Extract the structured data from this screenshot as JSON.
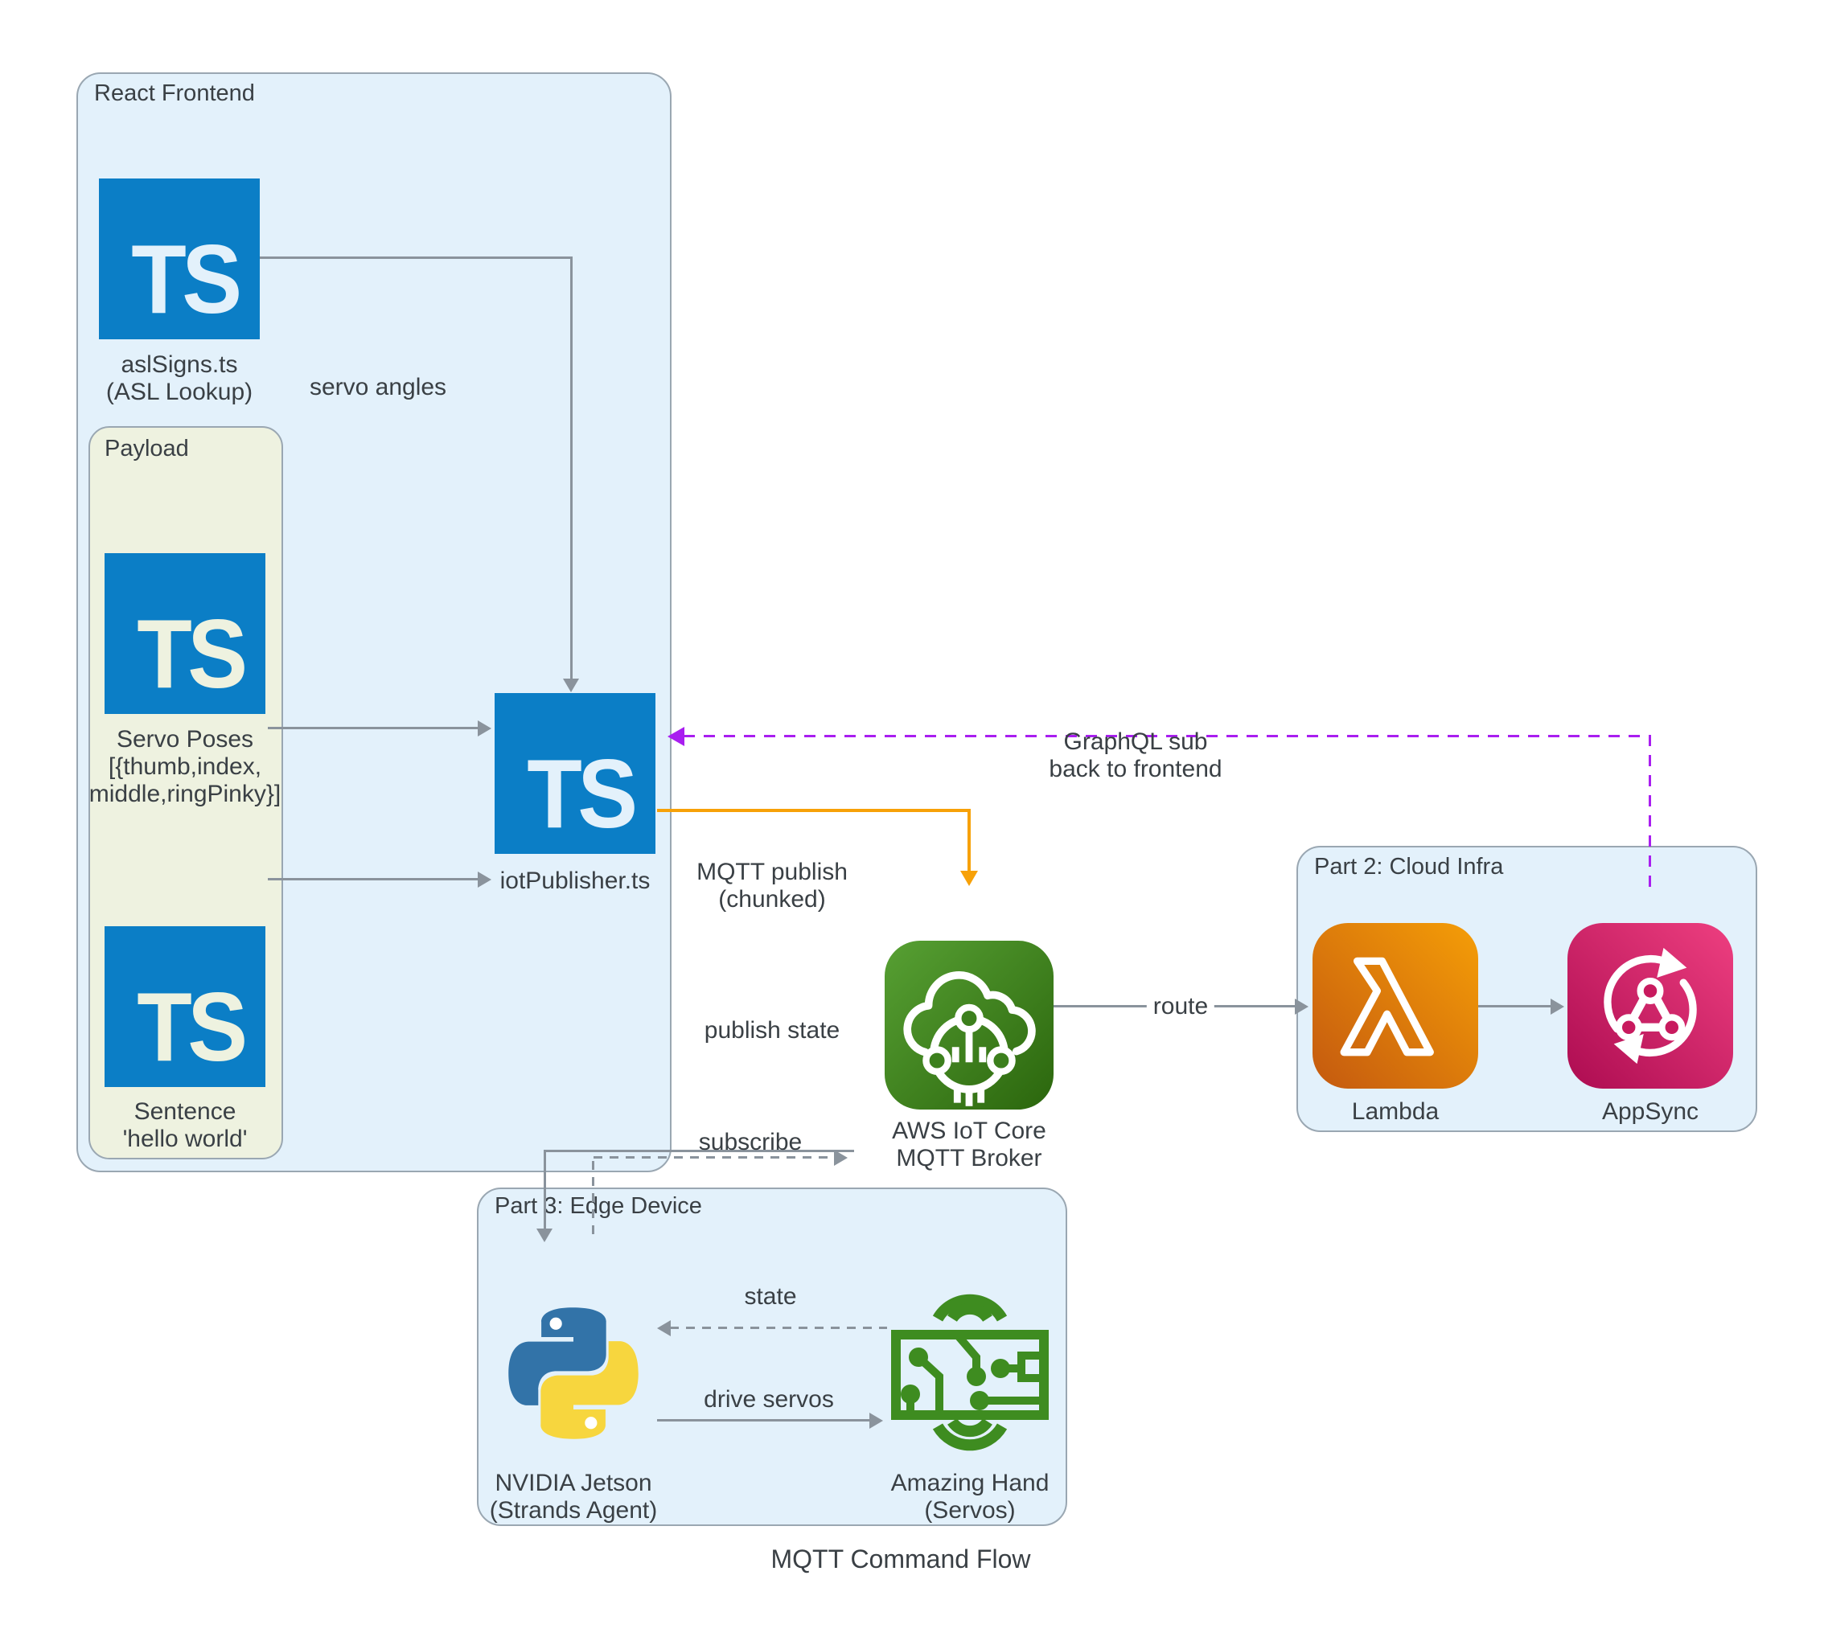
{
  "title": "MQTT Command Flow",
  "ts_label": "TS",
  "containers": {
    "react_frontend": "React Frontend",
    "payload": "Payload",
    "cloud_infra": "Part 2: Cloud Infra",
    "edge_device": "Part 3: Edge Device"
  },
  "nodes": {
    "asl_signs": {
      "line1": "aslSigns.ts",
      "line2": "(ASL Lookup)"
    },
    "servo_poses": {
      "line1": "Servo Poses",
      "line2": "[{thumb,index,",
      "line3": "middle,ringPinky}]"
    },
    "sentence": {
      "line1": "Sentence",
      "line2": "'hello world'"
    },
    "iot_publisher": {
      "label": "iotPublisher.ts"
    },
    "aws_iot_core": {
      "line1": "AWS IoT Core",
      "line2": "MQTT Broker"
    },
    "lambda": {
      "label": "Lambda"
    },
    "appsync": {
      "label": "AppSync"
    },
    "nvidia_jetson": {
      "line1": "NVIDIA Jetson",
      "line2": "(Strands Agent)"
    },
    "amazing_hand": {
      "line1": "Amazing Hand",
      "line2": "(Servos)"
    }
  },
  "edges": {
    "servo_angles": "servo angles",
    "mqtt_publish1": "MQTT publish",
    "mqtt_publish2": "(chunked)",
    "publish_state": "publish state",
    "subscribe": "subscribe",
    "route": "route",
    "graphql1": "GraphQL sub",
    "graphql2": "back to frontend",
    "state": "state",
    "drive_servos": "drive servos"
  },
  "icons": {
    "typescript": "typescript-icon",
    "aws_iot_core": "aws-iot-core-icon",
    "lambda": "lambda-icon",
    "appsync": "appsync-icon",
    "python": "python-icon",
    "amazing_hand": "circuit-hand-icon"
  },
  "colors": {
    "ts_blue": "#0b7ec6",
    "container_blue": "#e3f1fb",
    "payload_sage": "#eef2e0",
    "container_border": "#9aa7b2",
    "arrow_gray": "#8a939c",
    "mqtt_orange": "#f7a108",
    "graphql_purple": "#a91ef0",
    "iot_green_light": "#57a033",
    "iot_green_dark": "#2b660d",
    "lambda_orange_light": "#f59e07",
    "lambda_orange_dark": "#c4590f",
    "appsync_pink_light": "#ee3f80",
    "appsync_pink_dark": "#ad0c51",
    "python_blue": "#3273a8",
    "python_yellow": "#f7d63e",
    "hand_green": "#3e8c20",
    "text": "#3a4045"
  }
}
